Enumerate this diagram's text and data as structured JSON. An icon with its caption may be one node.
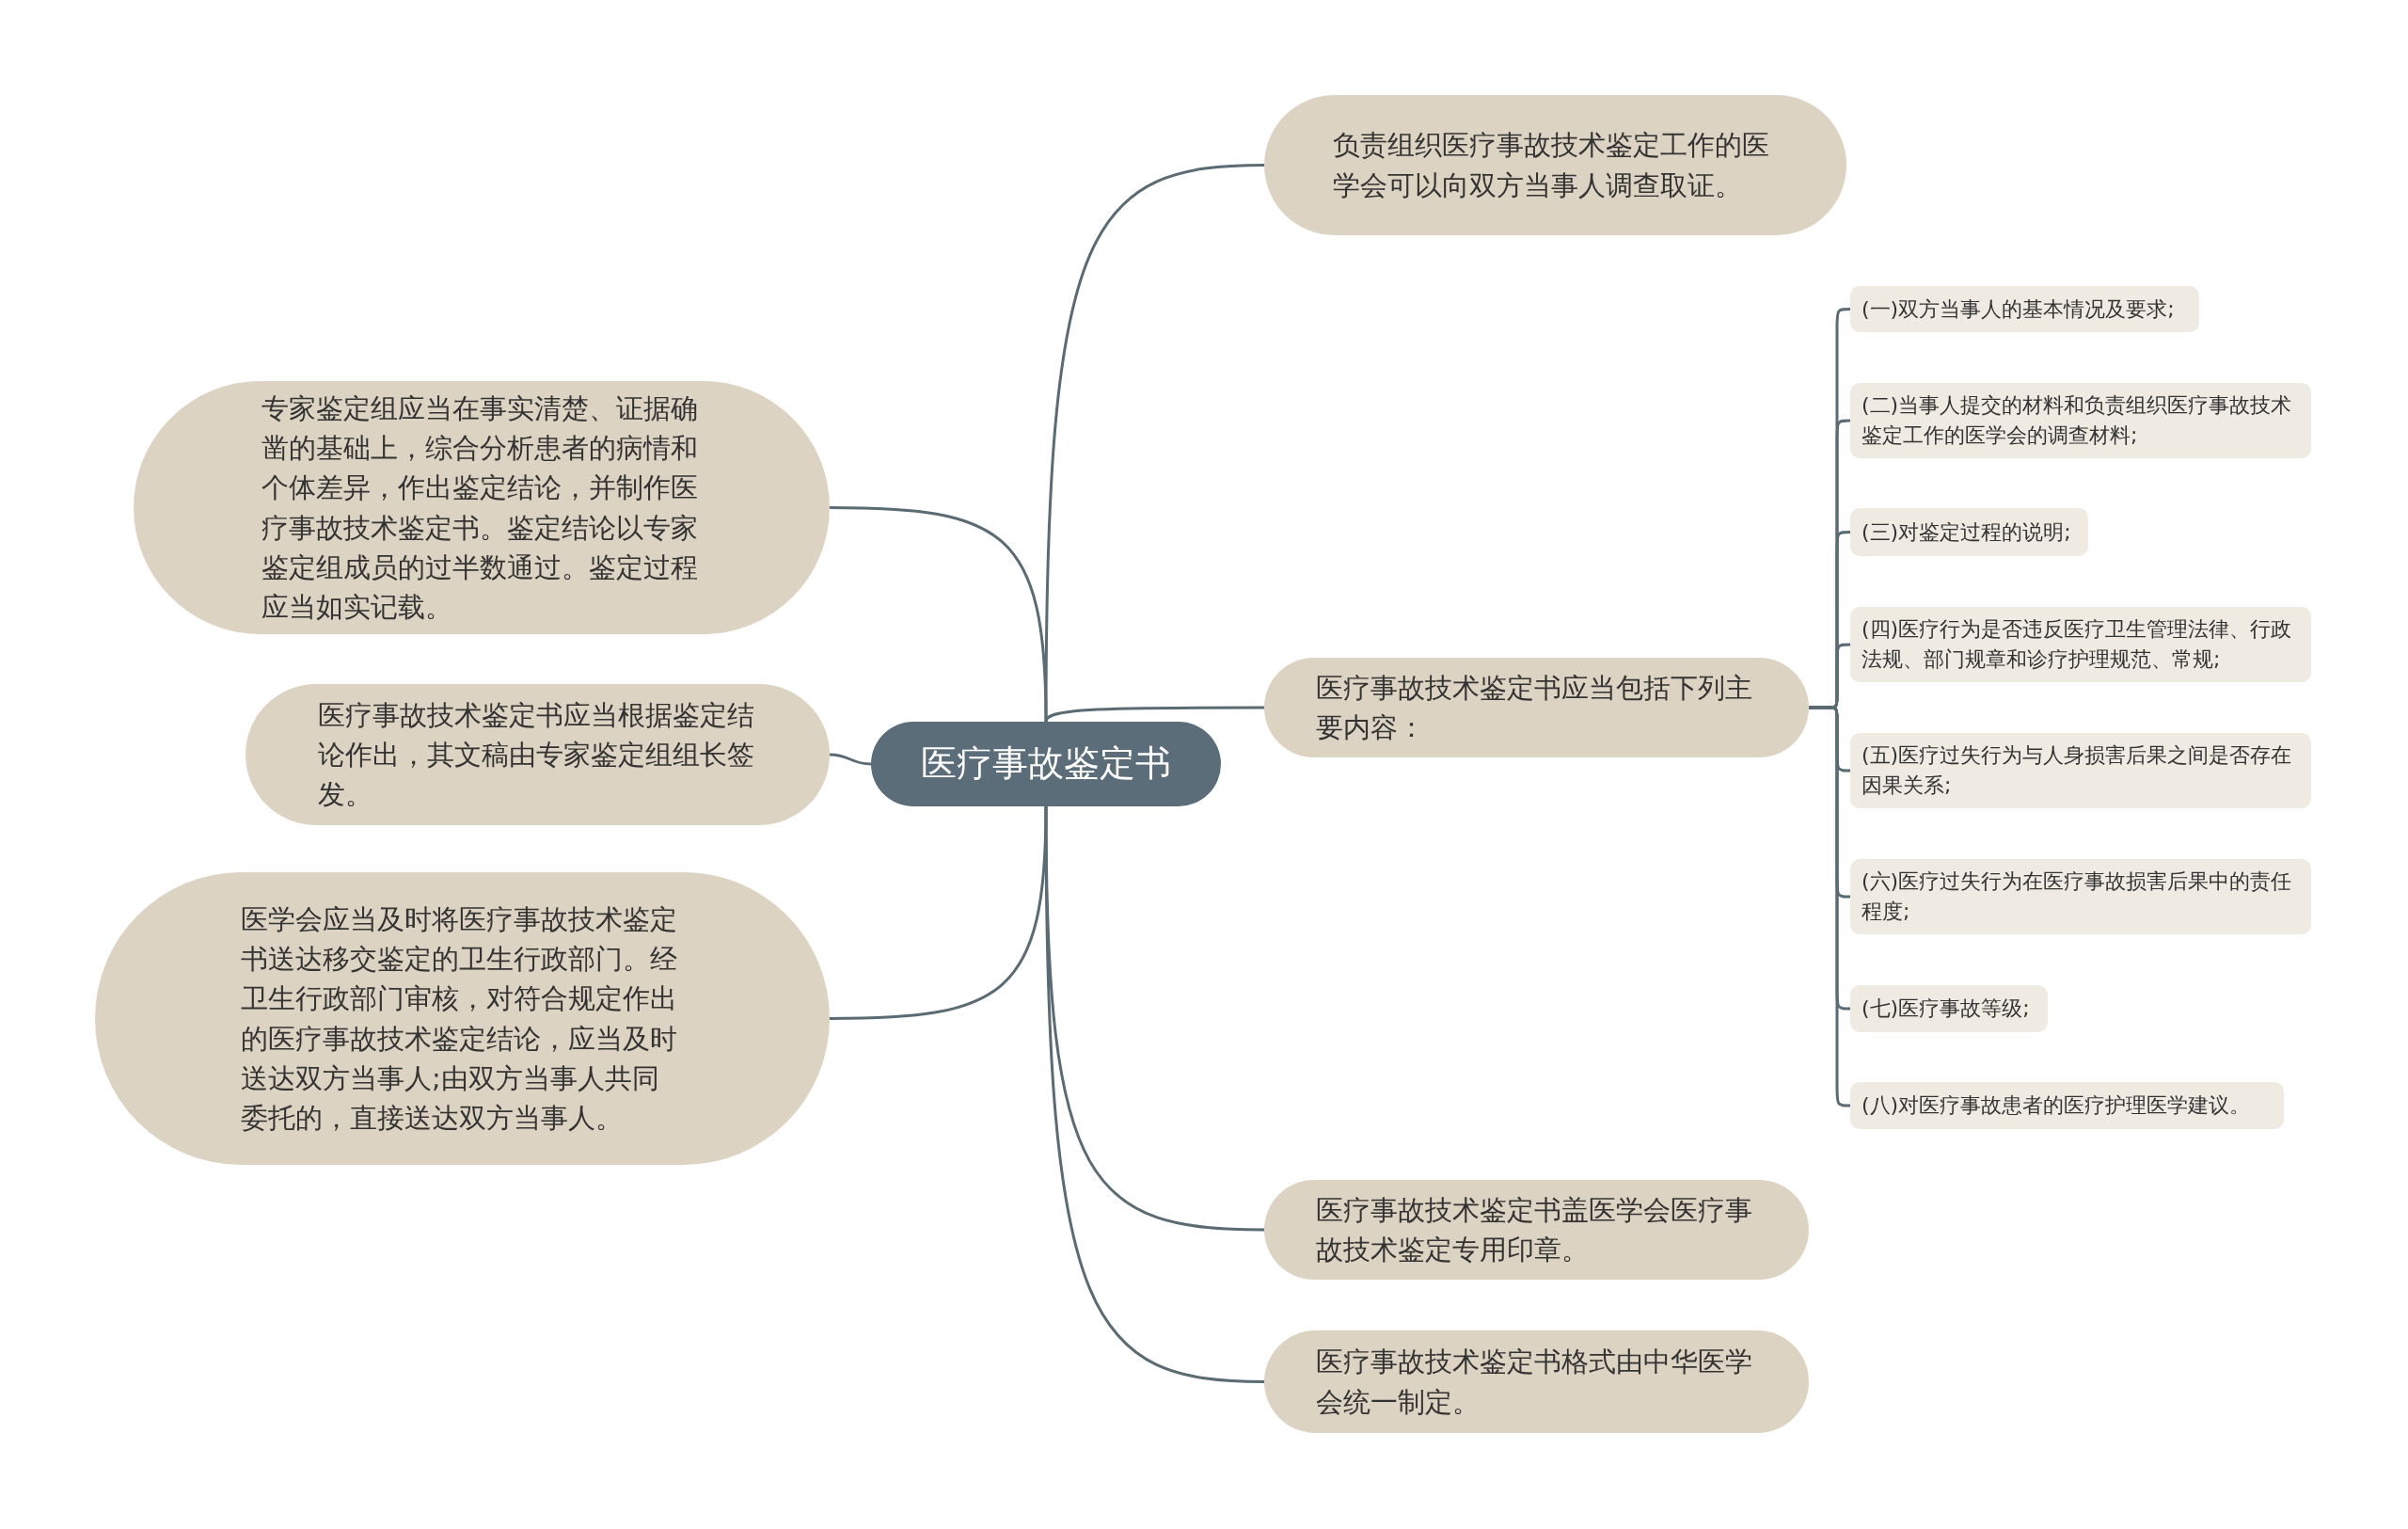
{
  "diagram": {
    "nodes": [
      {
        "text": [
          "医疗事故鉴定书"
        ]
      },
      {
        "text": [
          "负责组织医疗事故技术鉴定工作的医学会可以向双方当事人调查取证。"
        ]
      },
      {
        "text": [
          "专家鉴定组应当在事实清楚、证据确凿的基础上，综合分析患者的病情和个体差异，作出鉴定结论，并制作医疗事故技术鉴定书。鉴定结论以专家鉴定组成员的过半数通过。鉴定过程应当如实记载。"
        ]
      },
      {
        "text": [
          "医疗事故技术鉴定书应当包括下列主要内容："
        ]
      },
      {
        "text": [
          "(一)双方当事人的基本情况及要求;"
        ]
      },
      {
        "text": [
          "(二)当事人提交的材料和负责组织医疗事故技术鉴定工作的医学会的调查材料;"
        ]
      },
      {
        "text": [
          "(三)对鉴定过程的说明;"
        ]
      },
      {
        "text": [
          "(四)医疗行为是否违反医疗卫生管理法律、行政法规、部门规章和诊疗护理规范、常规;"
        ]
      },
      {
        "text": [
          "(五)医疗过失行为与人身损害后果之间是否存在因果关系;"
        ]
      },
      {
        "text": [
          "(六)医疗过失行为在医疗事故损害后果中的责任程度;"
        ]
      },
      {
        "text": [
          "(七)医疗事故等级;"
        ]
      },
      {
        "text": [
          "(八)对医疗事故患者的医疗护理医学建议。"
        ]
      },
      {
        "text": [
          "医疗事故技术鉴定书应当根据鉴定结论作出，其文稿由专家鉴定组组长签发。"
        ]
      },
      {
        "text": [
          "医学会应当及时将医疗事故技术鉴定书送达移交鉴定的卫生行政部门。经卫生行政部门审核，对符合规定作出的医疗事故技术鉴定结论，应当及时送达双方当事人;由双方当事人共同委托的，直接送达双方当事人。"
        ]
      },
      {
        "text": [
          "医疗事故技术鉴定书盖医学会医疗事故技术鉴定专用印章。"
        ]
      },
      {
        "text": [
          "医疗事故技术鉴定书格式由中华医学会统一制定。"
        ]
      }
    ],
    "edges": [
      {
        "from": 0,
        "to": 1,
        "arrow": "none"
      },
      {
        "from": 0,
        "to": 2,
        "arrow": "none"
      },
      {
        "from": 0,
        "to": 3,
        "arrow": "none"
      },
      {
        "from": 3,
        "to": 4,
        "arrow": "none"
      },
      {
        "from": 3,
        "to": 5,
        "arrow": "none"
      },
      {
        "from": 3,
        "to": 6,
        "arrow": "none"
      },
      {
        "from": 3,
        "to": 7,
        "arrow": "none"
      },
      {
        "from": 3,
        "to": 8,
        "arrow": "none"
      },
      {
        "from": 3,
        "to": 9,
        "arrow": "none"
      },
      {
        "from": 3,
        "to": 10,
        "arrow": "none"
      },
      {
        "from": 3,
        "to": 11,
        "arrow": "none"
      },
      {
        "from": 0,
        "to": 12,
        "arrow": "none"
      },
      {
        "from": 0,
        "to": 13,
        "arrow": "none"
      },
      {
        "from": 0,
        "to": 14,
        "arrow": "none"
      },
      {
        "from": 0,
        "to": 15,
        "arrow": "none"
      }
    ]
  }
}
